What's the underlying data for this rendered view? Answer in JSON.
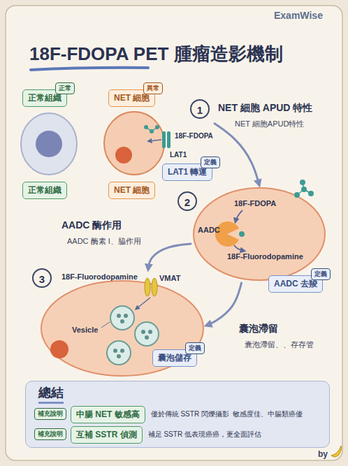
{
  "diagram": {
    "title": "18F-FDOPA PET 腫瘤造影機制",
    "nodes": [
      {
        "text": [
          "正常組織"
        ]
      },
      {
        "text": [
          "正常"
        ],
        "in": 0
      },
      {
        "text": [
          "NET 細胞"
        ]
      },
      {
        "text": [
          "異常"
        ],
        "in": 2
      },
      {
        "text": [
          "18F-FDOPA",
          "LAT1"
        ]
      },
      {
        "text": [
          "LAT1 轉運"
        ]
      },
      {
        "text": [
          "定義"
        ],
        "in": 5
      },
      {
        "text": [
          "1"
        ]
      },
      {
        "text": [
          "正常組織"
        ]
      },
      {
        "text": [
          "NET 細胞"
        ]
      },
      {
        "text": [
          "2"
        ]
      },
      {
        "text": [
          "18F-FDOPA",
          "AADC",
          "18F-Fluorodopamine"
        ]
      },
      {
        "text": [
          "AADC 去羧"
        ]
      },
      {
        "text": [
          "定義"
        ],
        "in": 12
      },
      {
        "text": [
          "3"
        ]
      },
      {
        "text": [
          "18F-Fluorodopamine",
          "VMAT",
          "Vesicle"
        ]
      },
      {
        "text": [
          "囊泡儲存"
        ]
      },
      {
        "text": [
          "定義"
        ],
        "in": 16
      },
      {
        "text": [
          "總結"
        ]
      },
      {
        "text": [
          "補充說明"
        ],
        "in": 18
      },
      {
        "text": [
          "中腸 NET 敏感高"
        ],
        "in": 18
      },
      {
        "text": [
          "補充說明"
        ],
        "in": 18
      },
      {
        "text": [
          "互補 SSTR 偵測"
        ],
        "in": 18
      }
    ],
    "edges": [
      {
        "from": 4,
        "to": 11,
        "arrow": "to"
      },
      {
        "from": 11,
        "to": 15,
        "arrow": "to"
      },
      {
        "from": 11,
        "to": 15,
        "arrow": "to"
      }
    ],
    "labels": [
      "ExamWise",
      "NET 細胞 APUD 特性",
      "NET 細胞APUD特性",
      "AADC 酶作用",
      "AADC 酶素 I、脇作用",
      "囊泡滯留",
      "囊泡滯留、、存存管",
      "優於傳統 SSTR 閃爍攝影  敏感度佳、中腸類癌優",
      "補足 SSTR 低表現癌癌，更全面評估",
      "by"
    ]
  }
}
